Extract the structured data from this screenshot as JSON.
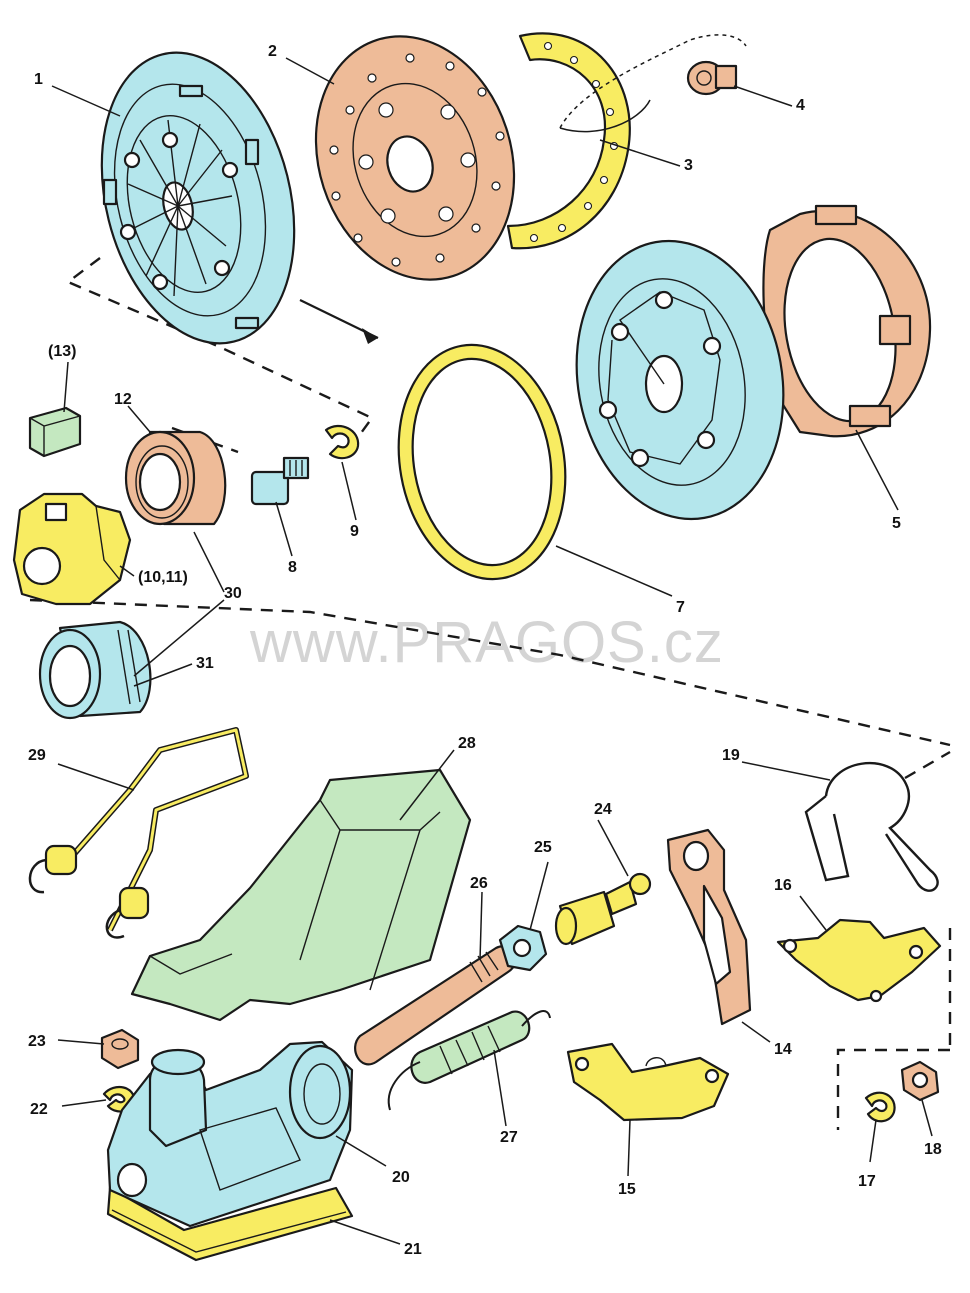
{
  "watermark": "www.PRAGOS.cz",
  "colors": {
    "blue": "#b4e6ec",
    "salmon": "#eebb98",
    "yellow": "#f8ec62",
    "green": "#c4e8c0",
    "ink": "#1a1a1a"
  },
  "labels": {
    "p1": "1",
    "p2": "2",
    "p3": "3",
    "p4": "4",
    "p5": "5",
    "p7": "7",
    "p8": "8",
    "p9": "9",
    "p10_11": "(10,11)",
    "p12": "12",
    "p13": "(13)",
    "p14": "14",
    "p15": "15",
    "p16": "16",
    "p17": "17",
    "p18": "18",
    "p19": "19",
    "p20": "20",
    "p21": "21",
    "p22": "22",
    "p23": "23",
    "p24": "24",
    "p25": "25",
    "p26": "26",
    "p27": "27",
    "p28": "28",
    "p29": "29",
    "p30": "30",
    "p31": "31"
  }
}
